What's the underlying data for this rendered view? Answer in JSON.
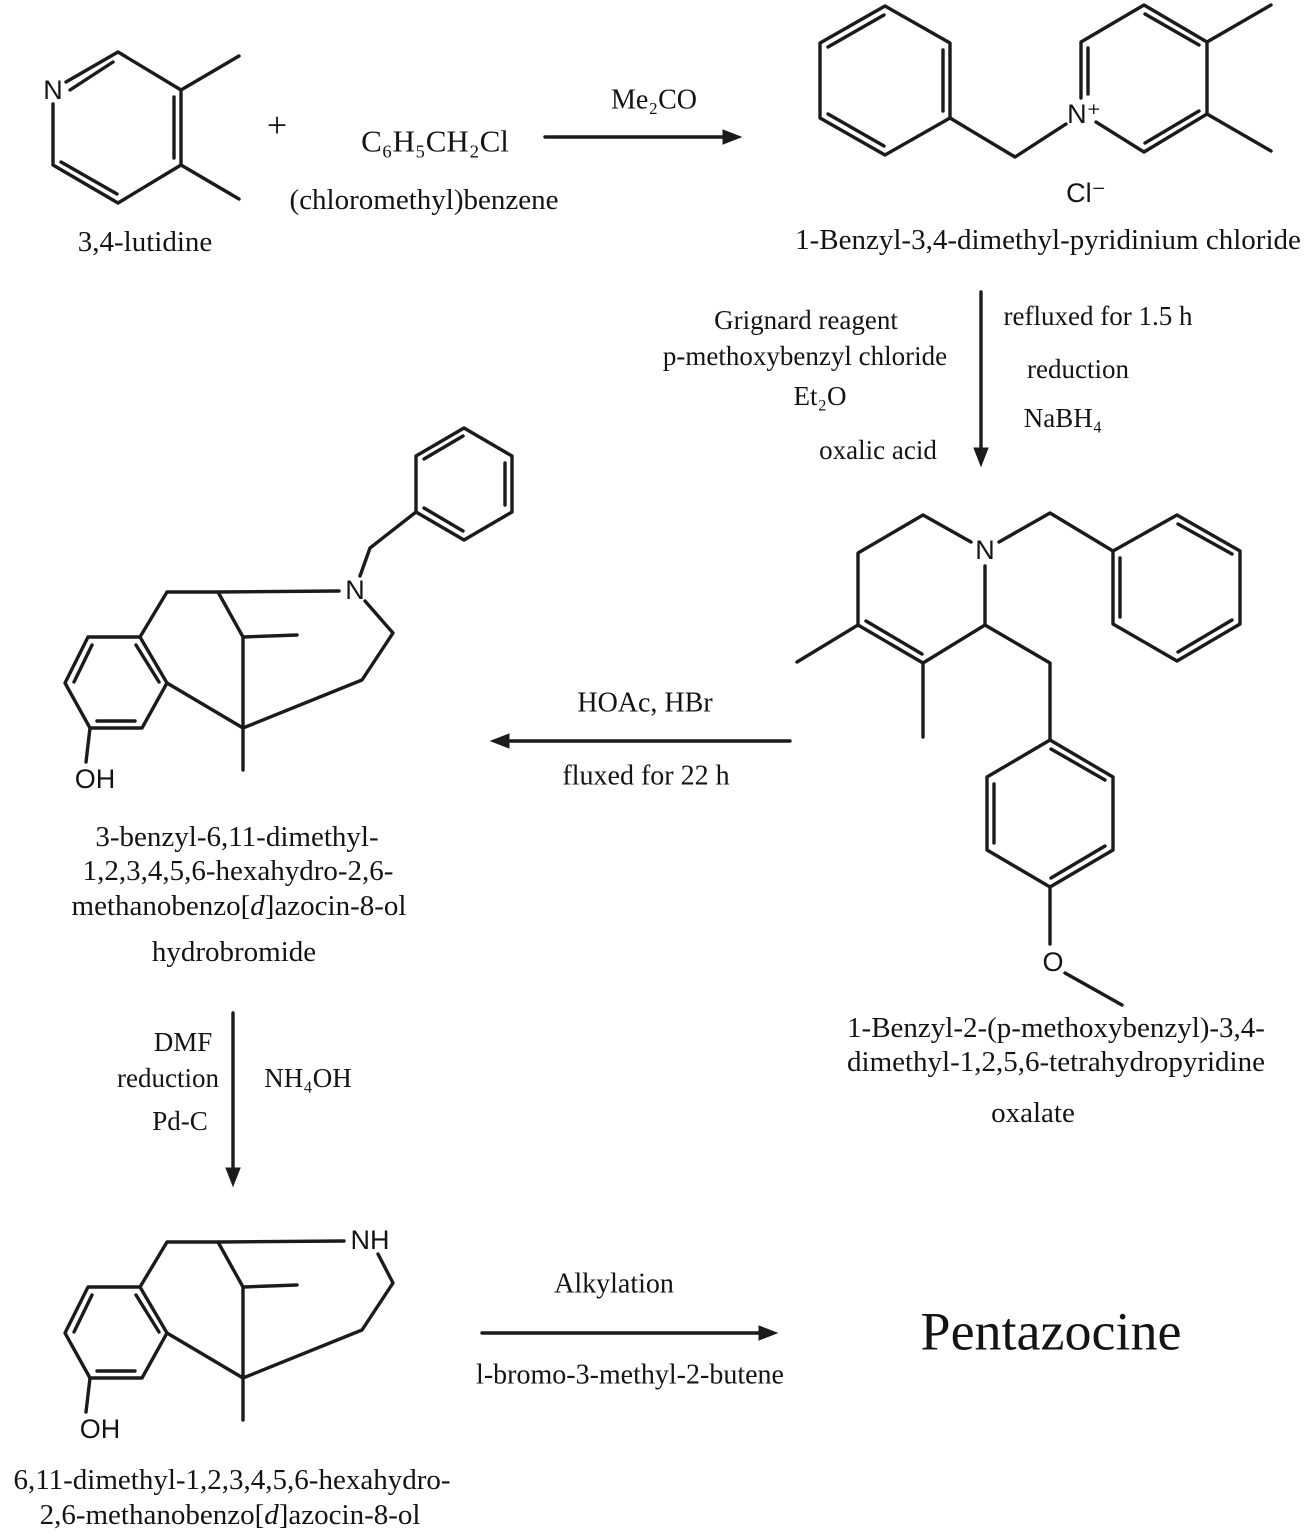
{
  "scheme_colors": {
    "ink": "#1b1b1b",
    "background": "#ffffff"
  },
  "reaction": {
    "reactant1": {
      "atom_n": "N",
      "name": "3,4-lutidine"
    },
    "plus_sign": "+",
    "reactant2": {
      "formula": "C₆H₅CH₂Cl",
      "name": "(chloromethyl)benzene"
    },
    "arrow1": {
      "above": "Me₂CO"
    },
    "product1": {
      "atom_n": "N⁺",
      "counterion": "Cl⁻",
      "name": "1-Benzyl-3,4-dimethyl-pyridinium chloride"
    },
    "arrow2": {
      "left1": "Grignard reagent",
      "left2": "p-methoxybenzyl chloride",
      "left3": "Et₂O",
      "left4": "oxalic acid",
      "right1": "refluxed for 1.5 h",
      "right2": "reduction",
      "right3": "NaBH₄"
    },
    "product2": {
      "atom_n": "N",
      "atom_o": "O",
      "name1": "1-Benzyl-2-(p-methoxybenzyl)-3,4-",
      "name2": "dimethyl-1,2,5,6-tetrahydropyridine",
      "name3": "oxalate"
    },
    "arrow3": {
      "above": "HOAc, HBr",
      "below": "fluxed for 22 h"
    },
    "product3": {
      "atom_n": "N",
      "atom_oh": "OH",
      "name1": "3-benzyl-6,11-dimethyl-",
      "name2": "1,2,3,4,5,6-hexahydro-2,6-",
      "name3a": "methanobenzo[",
      "name3b": "d",
      "name3c": "]azocin-8-ol",
      "name4": "hydrobromide"
    },
    "arrow4": {
      "left1": "DMF",
      "left2": "reduction",
      "left3": "Pd-C",
      "right1": "NH₄OH"
    },
    "product4": {
      "atom_nh": "NH",
      "atom_oh": "OH",
      "name1": "6,11-dimethyl-1,2,3,4,5,6-hexahydro-",
      "name2a": "2,6-methanobenzo[",
      "name2b": "d",
      "name2c": "]azocin-8-ol"
    },
    "arrow5": {
      "above": "Alkylation",
      "below": "l-bromo-3-methyl-2-butene"
    },
    "final_product": {
      "name": "Pentazocine"
    }
  }
}
